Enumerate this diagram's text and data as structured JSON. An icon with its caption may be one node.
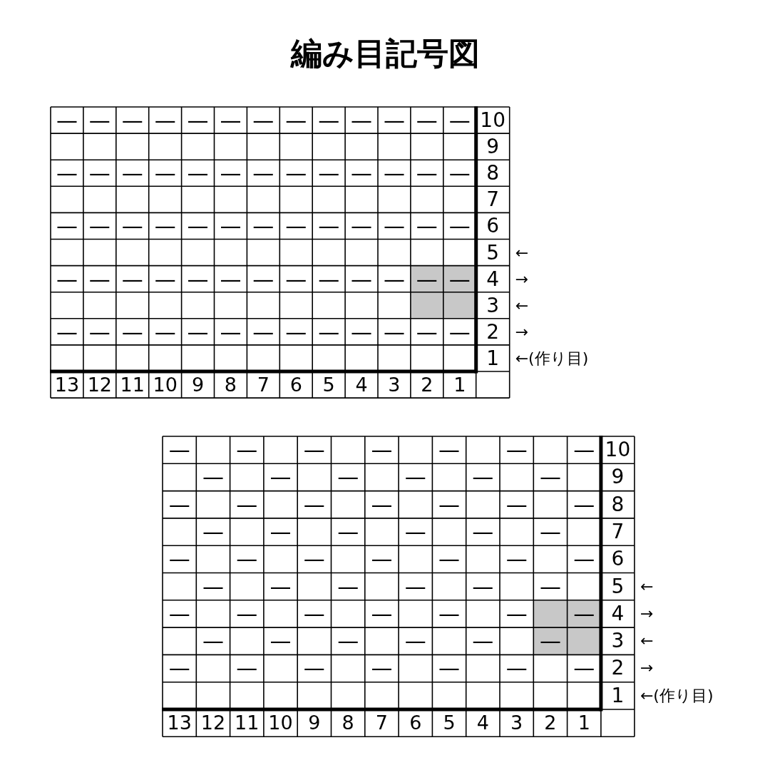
{
  "diagram": {
    "title": "編み目記号図",
    "labels": [
      "—",
      "—",
      "—",
      "—",
      "—",
      "—",
      "—",
      "—",
      "—",
      "—",
      "—",
      "—",
      "—",
      "10",
      "9",
      "—",
      "—",
      "—",
      "—",
      "—",
      "—",
      "—",
      "—",
      "—",
      "—",
      "—",
      "—",
      "—",
      "8",
      "7",
      "—",
      "—",
      "—",
      "—",
      "—",
      "—",
      "—",
      "—",
      "—",
      "—",
      "—",
      "—",
      "—",
      "6",
      "5",
      "←",
      "—",
      "—",
      "—",
      "—",
      "—",
      "—",
      "—",
      "—",
      "—",
      "—",
      "—",
      "—",
      "—",
      "4",
      "→",
      "3",
      "←",
      "—",
      "—",
      "—",
      "—",
      "—",
      "—",
      "—",
      "—",
      "—",
      "—",
      "—",
      "—",
      "—",
      "2",
      "→",
      "1",
      "←(作り目)",
      "13",
      "12",
      "11",
      "10",
      "9",
      "8",
      "7",
      "6",
      "5",
      "4",
      "3",
      "2",
      "1",
      "—",
      "—",
      "—",
      "—",
      "—",
      "—",
      "—",
      "10",
      "—",
      "—",
      "—",
      "—",
      "—",
      "—",
      "9",
      "—",
      "—",
      "—",
      "—",
      "—",
      "—",
      "—",
      "8",
      "—",
      "—",
      "—",
      "—",
      "—",
      "—",
      "7",
      "—",
      "—",
      "—",
      "—",
      "—",
      "—",
      "—",
      "6",
      "—",
      "—",
      "—",
      "—",
      "—",
      "—",
      "5",
      "←",
      "—",
      "—",
      "—",
      "—",
      "—",
      "—",
      "—",
      "4",
      "→",
      "—",
      "—",
      "—",
      "—",
      "—",
      "—",
      "3",
      "←",
      "—",
      "—",
      "—",
      "—",
      "—",
      "—",
      "—",
      "2",
      "→",
      "1",
      "←(作り目)",
      "13",
      "12",
      "11",
      "10",
      "9",
      "8",
      "7",
      "6",
      "5",
      "4",
      "3",
      "2",
      "1"
    ]
  }
}
